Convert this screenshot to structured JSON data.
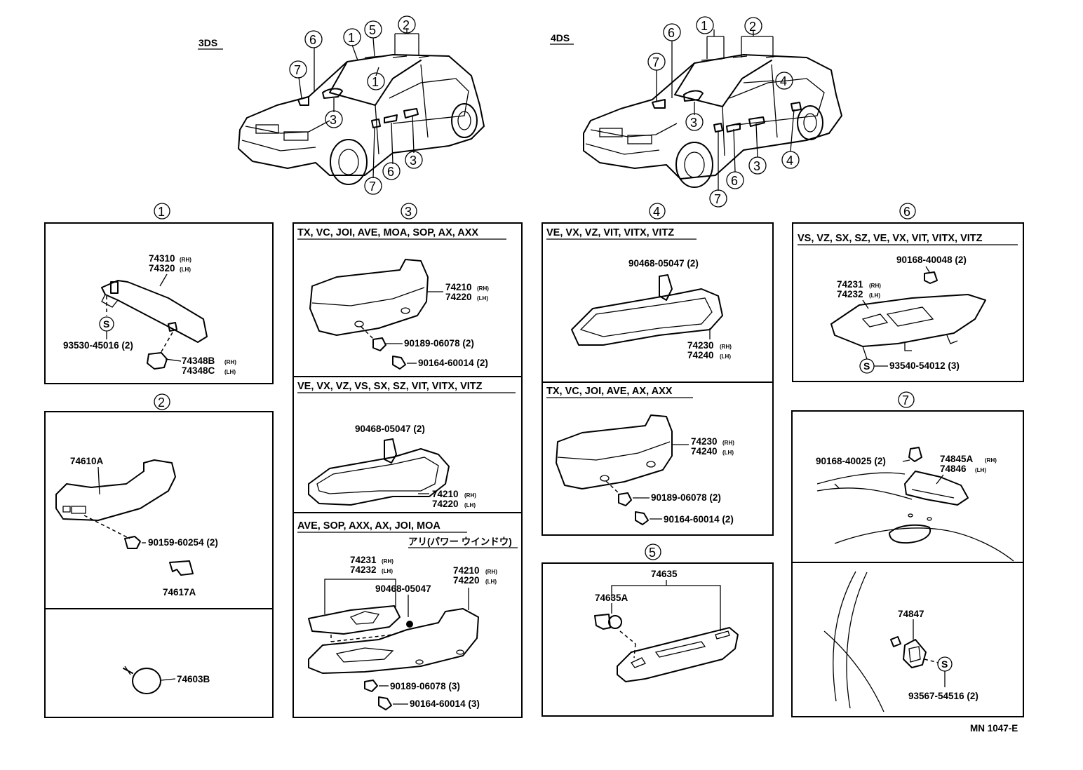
{
  "cars": {
    "left_label": "3DS",
    "right_label": "4DS"
  },
  "callouts": {
    "c1": "1",
    "c2": "2",
    "c3": "3",
    "c4": "4",
    "c5": "5",
    "c6": "6",
    "c7": "7"
  },
  "panel1": {
    "p74310": "74310",
    "p74320": "74320",
    "p93530": "93530-45016 (2)",
    "p74348b": "74348B",
    "p74348c": "74348C",
    "s_mark": "S"
  },
  "panel2": {
    "p74610a": "74610A",
    "p90159": "90159-60254 (2)",
    "p74617a": "74617A",
    "p74603b": "74603B"
  },
  "panel3": {
    "a_title": "TX, VC, JOI, AVE, MOA, SOP, AX, AXX",
    "a_74210": "74210",
    "a_74220": "74220",
    "a_90189": "90189-06078 (2)",
    "a_90164": "90164-60014 (2)",
    "b_title": "VE, VX, VZ, VS, SX, SZ, VIT, VITX, VITZ",
    "b_90468": "90468-05047 (2)",
    "b_74210": "74210",
    "b_74220": "74220",
    "c_title": "AVE, SOP, AXX, AX, JOI, MOA",
    "c_note": "アリ(パワー ウインドウ)",
    "c_74231": "74231",
    "c_74232": "74232",
    "c_74210": "74210",
    "c_74220": "74220",
    "c_90468": "90468-05047",
    "c_90189": "90189-06078 (3)",
    "c_90164": "90164-60014 (3)"
  },
  "panel4": {
    "a_title": "VE, VX, VZ, VIT, VITX, VITZ",
    "a_90468": "90468-05047 (2)",
    "a_74230": "74230",
    "a_74240": "74240",
    "b_title": "TX, VC, JOI, AVE, AX, AXX",
    "b_74230": "74230",
    "b_74240": "74240",
    "b_90189": "90189-06078 (2)",
    "b_90164": "90164-60014 (2)"
  },
  "panel5": {
    "p74635": "74635",
    "p74635a": "74635A"
  },
  "panel6": {
    "title": "VS, VZ, SX, SZ, VE, VX, VIT, VITX, VITZ",
    "p90168": "90168-40048 (2)",
    "p74231": "74231",
    "p74232": "74232",
    "p93540": "93540-54012 (3)",
    "s_mark": "S"
  },
  "panel7": {
    "p90168": "90168-40025 (2)",
    "p74845a": "74845A",
    "p74846": "74846",
    "p74847": "74847",
    "p93567": "93567-54516 (2)",
    "s_mark": "S"
  },
  "suffix": {
    "rh": "(RH)",
    "lh": "(LH)"
  },
  "footer": {
    "code": "MN 1047-E"
  }
}
